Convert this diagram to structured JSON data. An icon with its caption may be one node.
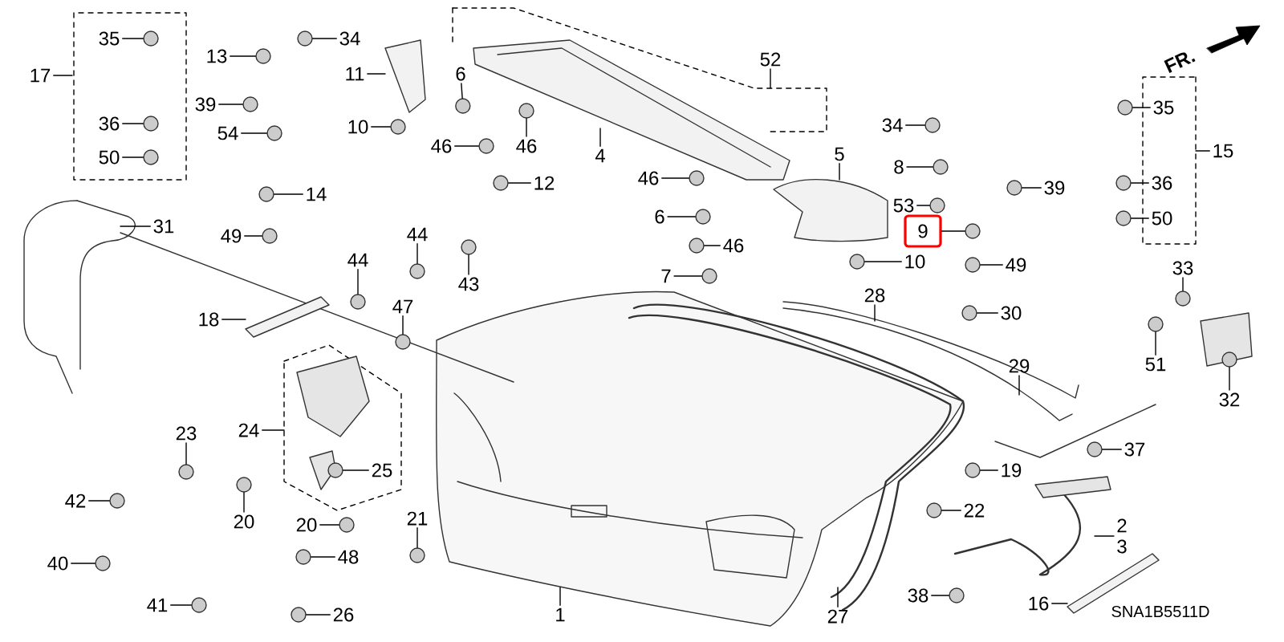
{
  "diagram": {
    "nodes": [
      {
        "text": [
          "35"
        ]
      },
      {
        "text": [
          "17"
        ]
      },
      {
        "text": [
          "36"
        ]
      },
      {
        "text": [
          "50"
        ]
      },
      {
        "text": [
          "13"
        ]
      },
      {
        "text": [
          "39"
        ]
      },
      {
        "text": [
          "54"
        ]
      },
      {
        "text": [
          "14"
        ]
      },
      {
        "text": [
          "49"
        ]
      },
      {
        "text": [
          "34"
        ]
      },
      {
        "text": [
          "11"
        ]
      },
      {
        "text": [
          "10"
        ]
      },
      {
        "text": [
          "31"
        ]
      },
      {
        "text": [
          "6"
        ]
      },
      {
        "text": [
          "52"
        ]
      },
      {
        "text": [
          "46"
        ]
      },
      {
        "text": [
          "46"
        ]
      },
      {
        "text": [
          "4"
        ]
      },
      {
        "text": [
          "12"
        ]
      },
      {
        "text": [
          "5"
        ]
      },
      {
        "text": [
          "46"
        ]
      },
      {
        "text": [
          "6"
        ]
      },
      {
        "text": [
          "46"
        ]
      },
      {
        "text": [
          "7"
        ]
      },
      {
        "text": [
          "34"
        ]
      },
      {
        "text": [
          "8"
        ]
      },
      {
        "text": [
          "53"
        ]
      },
      {
        "text": [
          "9"
        ]
      },
      {
        "text": [
          "10"
        ]
      },
      {
        "text": [
          "39"
        ]
      },
      {
        "text": [
          "49"
        ]
      },
      {
        "text": [
          "35"
        ]
      },
      {
        "text": [
          "15"
        ]
      },
      {
        "text": [
          "36"
        ]
      },
      {
        "text": [
          "50"
        ]
      },
      {
        "text": [
          "44"
        ]
      },
      {
        "text": [
          "44"
        ]
      },
      {
        "text": [
          "43"
        ]
      },
      {
        "text": [
          "33"
        ]
      },
      {
        "text": [
          "28"
        ]
      },
      {
        "text": [
          "30"
        ]
      },
      {
        "text": [
          "47"
        ]
      },
      {
        "text": [
          "18"
        ]
      },
      {
        "text": [
          "29"
        ]
      },
      {
        "text": [
          "51"
        ]
      },
      {
        "text": [
          "32"
        ]
      },
      {
        "text": [
          "24"
        ]
      },
      {
        "text": [
          "23"
        ]
      },
      {
        "text": [
          "25"
        ]
      },
      {
        "text": [
          "37"
        ]
      },
      {
        "text": [
          "19"
        ]
      },
      {
        "text": [
          "42"
        ]
      },
      {
        "text": [
          "20"
        ]
      },
      {
        "text": [
          "20"
        ]
      },
      {
        "text": [
          "21"
        ]
      },
      {
        "text": [
          "22"
        ]
      },
      {
        "text": [
          "2",
          "3"
        ]
      },
      {
        "text": [
          "48"
        ]
      },
      {
        "text": [
          "40"
        ]
      },
      {
        "text": [
          "38"
        ]
      },
      {
        "text": [
          "1"
        ]
      },
      {
        "text": [
          "16"
        ]
      },
      {
        "text": [
          "41"
        ]
      },
      {
        "text": [
          "26"
        ]
      },
      {
        "text": [
          "27"
        ]
      },
      {
        "text": [],
        "shape": "circle"
      },
      {
        "text": [],
        "shape": "circle"
      },
      {
        "text": [],
        "shape": "circle"
      },
      {
        "text": [],
        "shape": "circle"
      },
      {
        "text": [],
        "shape": "circle"
      },
      {
        "text": [],
        "shape": "circle"
      },
      {
        "text": [],
        "shape": "circle"
      },
      {
        "text": [],
        "shape": "circle"
      },
      {
        "text": [],
        "shape": "circle"
      },
      {
        "text": [],
        "shape": "circle"
      },
      {
        "text": [],
        "shape": "circle"
      },
      {
        "text": [],
        "shape": "circle"
      },
      {
        "text": [],
        "shape": "circle"
      },
      {
        "text": [],
        "shape": "circle"
      },
      {
        "text": [],
        "shape": "circle"
      },
      {
        "text": [],
        "shape": "circle"
      },
      {
        "text": [],
        "shape": "circle"
      },
      {
        "text": [],
        "shape": "circle"
      },
      {
        "text": [],
        "shape": "circle"
      },
      {
        "text": [],
        "shape": "circle"
      },
      {
        "text": [],
        "shape": "circle"
      },
      {
        "text": [],
        "shape": "circle"
      },
      {
        "text": [],
        "shape": "circle"
      },
      {
        "text": [],
        "shape": "circle"
      },
      {
        "text": [],
        "shape": "circle"
      },
      {
        "text": [],
        "shape": "circle"
      },
      {
        "text": [],
        "shape": "circle"
      },
      {
        "text": [],
        "shape": "circle"
      },
      {
        "text": [],
        "shape": "circle"
      },
      {
        "text": [],
        "shape": "circle"
      },
      {
        "text": [],
        "shape": "circle"
      },
      {
        "text": [],
        "shape": "circle"
      },
      {
        "text": [],
        "shape": "circle"
      },
      {
        "text": [],
        "shape": "circle"
      },
      {
        "text": [],
        "shape": "circle"
      },
      {
        "text": [],
        "shape": "circle"
      },
      {
        "text": [],
        "shape": "circle"
      },
      {
        "text": [],
        "shape": "circle"
      },
      {
        "text": [],
        "shape": "circle"
      },
      {
        "text": [],
        "shape": "circle"
      },
      {
        "text": [],
        "shape": "circle"
      },
      {
        "text": [],
        "shape": "circle"
      },
      {
        "text": [],
        "shape": "circle"
      },
      {
        "text": [],
        "shape": "circle"
      },
      {
        "text": [],
        "shape": "circle"
      },
      {
        "text": [],
        "shape": "circle"
      },
      {
        "text": [],
        "shape": "circle"
      },
      {
        "text": [],
        "shape": "circle"
      },
      {
        "text": [],
        "shape": "circle"
      },
      {
        "text": [],
        "shape": "circle"
      }
    ],
    "edges": [
      {
        "from": 0,
        "to": 65,
        "arrow": "none"
      },
      {
        "from": 1,
        "to": null,
        "arrow": "none"
      },
      {
        "from": 2,
        "to": 66,
        "arrow": "none"
      },
      {
        "from": 3,
        "to": 67,
        "arrow": "none"
      },
      {
        "from": 4,
        "to": 68,
        "arrow": "none"
      },
      {
        "from": 5,
        "to": 69,
        "arrow": "none"
      },
      {
        "from": 6,
        "to": 70,
        "arrow": "none"
      },
      {
        "from": 7,
        "to": 71,
        "arrow": "none"
      },
      {
        "from": 8,
        "to": 72,
        "arrow": "none"
      },
      {
        "from": 9,
        "to": 73,
        "arrow": "none"
      },
      {
        "from": 10,
        "to": null,
        "arrow": "none"
      },
      {
        "from": 11,
        "to": 74,
        "arrow": "none"
      },
      {
        "from": 12,
        "to": null,
        "arrow": "none"
      },
      {
        "from": 13,
        "to": 75,
        "arrow": "none"
      },
      {
        "from": 14,
        "to": null,
        "arrow": "none"
      },
      {
        "from": 15,
        "to": 76,
        "arrow": "none"
      },
      {
        "from": 16,
        "to": 77,
        "arrow": "none"
      },
      {
        "from": 17,
        "to": null,
        "arrow": "none"
      },
      {
        "from": 18,
        "to": 78,
        "arrow": "none"
      },
      {
        "from": 19,
        "to": null,
        "arrow": "none"
      },
      {
        "from": 20,
        "to": 79,
        "arrow": "none"
      },
      {
        "from": 21,
        "to": 80,
        "arrow": "none"
      },
      {
        "from": 22,
        "to": 81,
        "arrow": "none"
      },
      {
        "from": 23,
        "to": 82,
        "arrow": "none"
      },
      {
        "from": 24,
        "to": 83,
        "arrow": "none"
      },
      {
        "from": 25,
        "to": 84,
        "arrow": "none"
      },
      {
        "from": 26,
        "to": 85,
        "arrow": "none"
      },
      {
        "from": 27,
        "to": 86,
        "arrow": "none"
      },
      {
        "from": 28,
        "to": 87,
        "arrow": "none"
      },
      {
        "from": 29,
        "to": 88,
        "arrow": "none"
      },
      {
        "from": 30,
        "to": 89,
        "arrow": "none"
      },
      {
        "from": 31,
        "to": 90,
        "arrow": "none"
      },
      {
        "from": 32,
        "to": null,
        "arrow": "none"
      },
      {
        "from": 33,
        "to": 91,
        "arrow": "none"
      },
      {
        "from": 34,
        "to": 92,
        "arrow": "none"
      },
      {
        "from": 35,
        "to": 93,
        "arrow": "none"
      },
      {
        "from": 36,
        "to": 94,
        "arrow": "none"
      },
      {
        "from": 37,
        "to": 95,
        "arrow": "none"
      },
      {
        "from": 38,
        "to": 96,
        "arrow": "none"
      },
      {
        "from": 39,
        "to": null,
        "arrow": "none"
      },
      {
        "from": 40,
        "to": 97,
        "arrow": "none"
      },
      {
        "from": 41,
        "to": 98,
        "arrow": "none"
      },
      {
        "from": 42,
        "to": null,
        "arrow": "none"
      },
      {
        "from": 43,
        "to": null,
        "arrow": "none"
      },
      {
        "from": 44,
        "to": 99,
        "arrow": "none"
      },
      {
        "from": 45,
        "to": 100,
        "arrow": "none"
      },
      {
        "from": 46,
        "to": null,
        "arrow": "none"
      },
      {
        "from": 47,
        "to": 101,
        "arrow": "none"
      },
      {
        "from": 48,
        "to": 102,
        "arrow": "none"
      },
      {
        "from": 49,
        "to": 103,
        "arrow": "none"
      },
      {
        "from": 50,
        "to": 104,
        "arrow": "none"
      },
      {
        "from": 51,
        "to": 105,
        "arrow": "none"
      },
      {
        "from": 52,
        "to": 106,
        "arrow": "none"
      },
      {
        "from": 53,
        "to": 107,
        "arrow": "none"
      },
      {
        "from": 54,
        "to": 108,
        "arrow": "none"
      },
      {
        "from": 55,
        "to": 109,
        "arrow": "none"
      },
      {
        "from": 56,
        "to": null,
        "arrow": "none"
      },
      {
        "from": 57,
        "to": 110,
        "arrow": "none"
      },
      {
        "from": 58,
        "to": 111,
        "arrow": "none"
      },
      {
        "from": 59,
        "to": 112,
        "arrow": "none"
      },
      {
        "from": 60,
        "to": null,
        "arrow": "none"
      },
      {
        "from": 61,
        "to": null,
        "arrow": "none"
      },
      {
        "from": 62,
        "to": 113,
        "arrow": "none"
      },
      {
        "from": 63,
        "to": 114,
        "arrow": "none"
      },
      {
        "from": 64,
        "to": null,
        "arrow": "none"
      }
    ],
    "labels": [
      "FR.",
      "SNA1B5511D"
    ]
  }
}
